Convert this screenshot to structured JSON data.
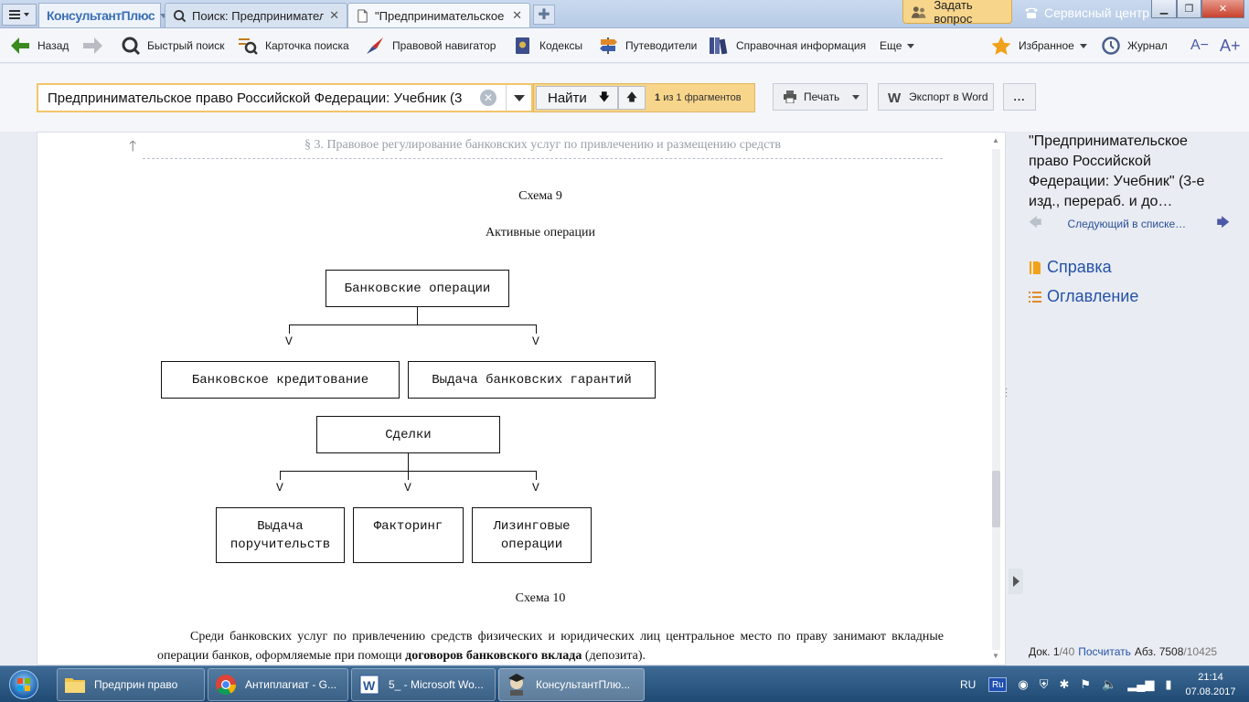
{
  "tabbar": {
    "brand": "КонсультантПлюс",
    "tabs": [
      {
        "label": "Поиск: Предпринимательское",
        "icon": "search-icon"
      },
      {
        "label": "\"Предпринимательское право Российской",
        "icon": "document-icon"
      }
    ],
    "ask_question": "Задать вопрос",
    "service_center": "Сервисный центр"
  },
  "toolbar": {
    "back": "Назад",
    "quick_search": "Быстрый поиск",
    "search_card": "Карточка поиска",
    "legal_navigator": "Правовой навигатор",
    "codes": "Кодексы",
    "guides": "Путеводители",
    "reference_info": "Справочная информация",
    "more": "Еще",
    "favorites": "Избранное",
    "journal": "Журнал",
    "font_decrease": "A−",
    "font_increase": "A+"
  },
  "search": {
    "value": "Предпринимательское право Российской Федерации: Учебник (3",
    "find_label": "Найти",
    "fragments_num": "1",
    "fragments_text": "из 1 фрагментов",
    "print": "Печать",
    "export": "Экспорт в Word",
    "more": "..."
  },
  "document": {
    "section_heading": "§ 3. Правовое регулирование банковских услуг по привлечению и размещению средств",
    "scheme9": "Схема 9",
    "subtitle": "Активные операции",
    "boxes": {
      "bank_ops": "Банковские операции",
      "bank_credit": "Банковское кредитование",
      "guarantees": "Выдача банковских гарантий",
      "deals": "Сделки",
      "suretyships_1": "Выдача",
      "suretyships_2": "поручительств",
      "factoring": "Факторинг",
      "leasing_1": "Лизинговые",
      "leasing_2": "операции"
    },
    "arrow_mark": "V",
    "scheme10": "Схема 10",
    "para_part1": "Среди банковских услуг по привлечению средств физических и юридических лиц центральное место по праву занимают вкладные операции банков, оформляемые при помощи ",
    "para_bold": "договоров банковского вклада",
    "para_part2": " (депозита)."
  },
  "right_panel": {
    "doc_title": "\"Предпринимательское право Российской Федерации: Учебник\" (3-е изд., перераб. и до…",
    "next_in_list": "Следующий в списке…",
    "help": "Справка",
    "contents": "Оглавление"
  },
  "statusbar": {
    "doc_label": "Док.",
    "doc_num": "1",
    "doc_total": "/40",
    "count": "Посчитать",
    "para_label": "Абз.",
    "para_num": "7508",
    "para_total": "/10425"
  },
  "taskbar": {
    "items": [
      {
        "label": "Предприн право"
      },
      {
        "label": "Антиплагиат - G..."
      },
      {
        "label": "5_ - Microsoft Wo..."
      },
      {
        "label": "КонсультантПлю..."
      }
    ],
    "lang": "RU",
    "ru_badge": "Ru",
    "time": "21:14",
    "date": "07.08.2017"
  },
  "colors": {
    "accent_yellow": "#f7d58a",
    "link_blue": "#2552a6",
    "taskbar_blue": "#2a5a88"
  }
}
